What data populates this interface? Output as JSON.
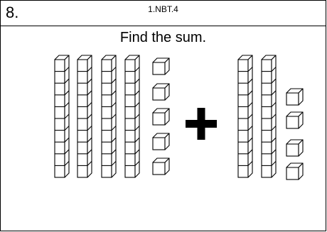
{
  "problem": {
    "number": "8.",
    "standard": "1.NBT.4",
    "instruction": "Find the sum."
  },
  "left_addend": {
    "tens_rods": 4,
    "ones_cubes": 5
  },
  "operator": {
    "symbol": "plus-sign"
  },
  "right_addend": {
    "tens_rods": 2,
    "ones_cubes": 4
  },
  "colors": {
    "ink": "#000000",
    "paper": "#ffffff"
  }
}
